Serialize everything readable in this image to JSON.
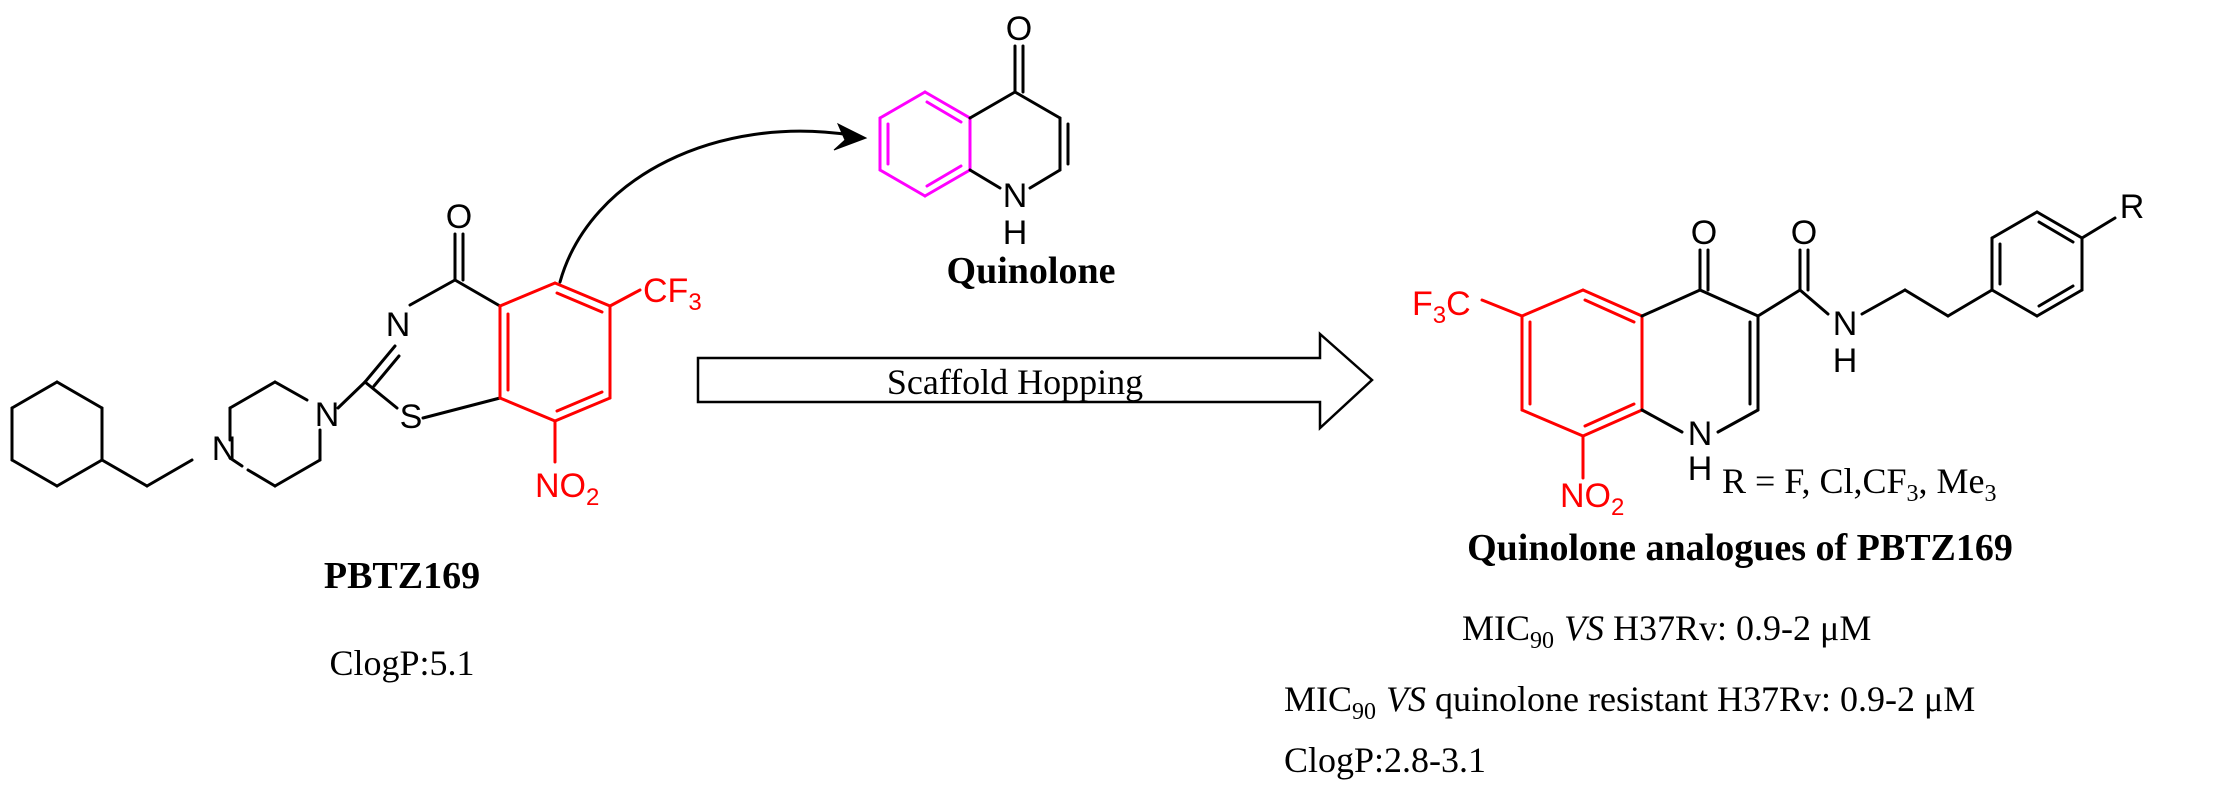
{
  "colors": {
    "bond": "#000000",
    "highlight": "#ff0000",
    "quinolone_core": "#ff00ff"
  },
  "quinolone": {
    "label": "Quinolone",
    "atom_O": "O",
    "atom_N": "N",
    "atom_H": "H"
  },
  "pbtz169": {
    "label": "PBTZ169",
    "clogp": "ClogP:5.1",
    "atom_O": "O",
    "atom_N_ring": "N",
    "atom_S": "S",
    "atom_N_pip_left": "N",
    "atom_N_pip_right": "N",
    "cf3_main": "CF",
    "cf3_sub": "3",
    "no2_main": "NO",
    "no2_sub": "2"
  },
  "arrow": {
    "label": "Scaffold Hopping"
  },
  "analogues": {
    "label": "Quinolone analogues of PBTZ169",
    "atom_O_ring": "O",
    "atom_O_amide": "O",
    "atom_N_amide": "N",
    "atom_H_amide": "H",
    "atom_N_ring": "N",
    "atom_H_ring": "H",
    "atom_R": "R",
    "f3c_F": "F",
    "f3c_sub": "3",
    "f3c_C": "C",
    "no2_main": "NO",
    "no2_sub": "2",
    "r_def_prefix": "R = F, Cl,CF",
    "r_def_sub": "3",
    "r_def_suffix": ", Me",
    "r_def_sub2": "3",
    "mic1_prefix": "MIC",
    "mic1_sub": "90",
    "mic1_vs": "VS",
    "mic1_rest": " H37Rv: 0.9-2 μM",
    "mic2_prefix": "MIC",
    "mic2_sub": "90",
    "mic2_vs": "VS",
    "mic2_rest": " quinolone resistant H37Rv: 0.9-2 μM",
    "clogp": "ClogP:2.8-3.1"
  }
}
